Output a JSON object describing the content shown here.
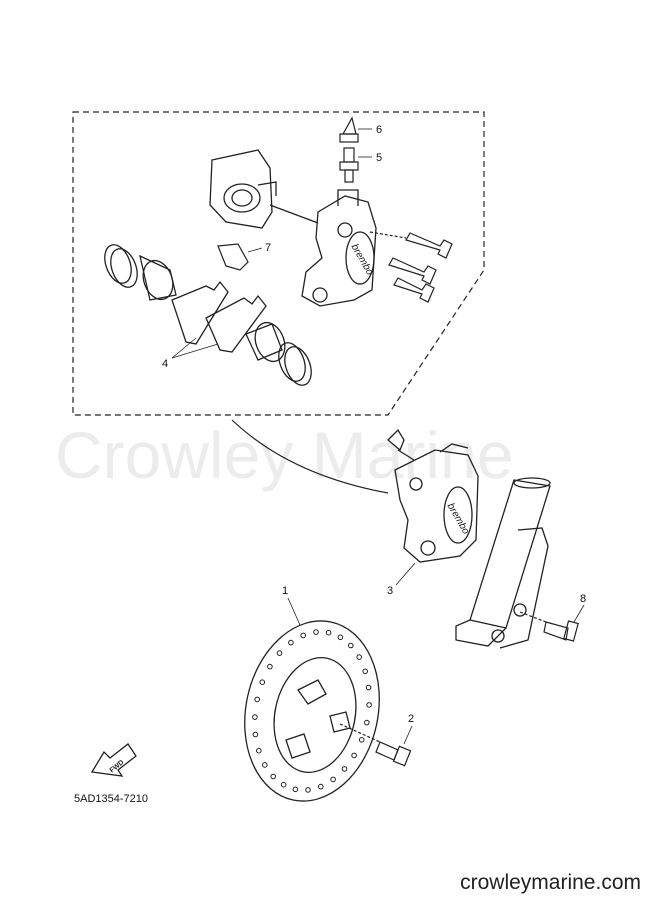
{
  "watermark": "Crowley Marine",
  "diagram_code": "5AD1354-7210",
  "footer_url": "crowleymarine.com",
  "fwd_label": "FWD",
  "brand_mark": "brembo",
  "callouts": {
    "c1": "1",
    "c2": "2",
    "c3": "3",
    "c4": "4",
    "c5": "5",
    "c6": "6",
    "c7": "7",
    "c8": "8"
  }
}
